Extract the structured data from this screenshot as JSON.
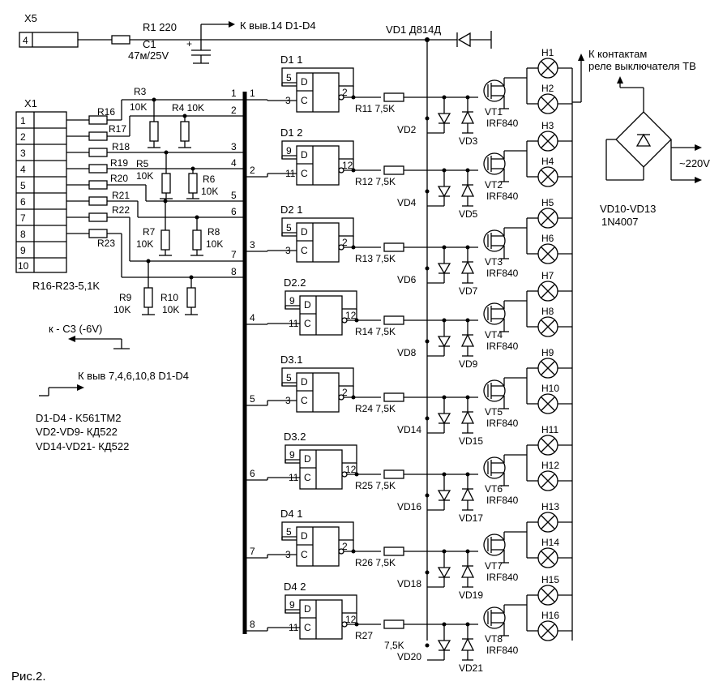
{
  "connectors": {
    "x5": {
      "name": "X5",
      "pin": "4"
    },
    "x1": {
      "name": "X1",
      "pins": [
        "1",
        "2",
        "3",
        "4",
        "5",
        "6",
        "7",
        "8",
        "9",
        "10"
      ]
    }
  },
  "supply": {
    "r1": "R1 220",
    "c1": "C1",
    "c1_value": "47м/25V",
    "plus": "+",
    "to_pin14": "К выв.14 D1-D4",
    "vd1": "VD1 Д814Д"
  },
  "input_resistors": {
    "r16": "R16",
    "r17": "R17",
    "r18": "R18",
    "r19": "R19",
    "r20": "R20",
    "r21": "R21",
    "r22": "R22",
    "r23": "R23",
    "r3": "R3",
    "r3_val": "10K",
    "r4": "R4 10K",
    "r5": "R5",
    "r5_val": "10K",
    "r6": "R6",
    "r6_val": "10K",
    "r7": "R7",
    "r7_val": "10K",
    "r8": "R8",
    "r8_val": "10K",
    "r9": "R9",
    "r9_val": "10K",
    "r10": "R10",
    "r10_val": "10K",
    "note": "R16-R23-5,1K"
  },
  "bus": {
    "left_numbers": [
      "1",
      "2",
      "3",
      "4",
      "5",
      "6",
      "7",
      "8"
    ],
    "branch_numbers": [
      "1",
      "2",
      "3",
      "4",
      "5",
      "6",
      "7",
      "8"
    ]
  },
  "triggers": [
    {
      "name": "D1 1",
      "out": "2",
      "d": "D",
      "c": "C",
      "s": "5",
      "cin": "3",
      "r": "R11 7,5K",
      "vd_a": "VD2",
      "vd_b": "VD3",
      "vt": "VT1",
      "mos": "IRF840",
      "h_a": "H1",
      "h_b": "H2"
    },
    {
      "name": "D1 2",
      "out": "12",
      "d": "D",
      "c": "C",
      "s": "9",
      "cin": "11",
      "r": "R12 7,5K",
      "vd_a": "VD4",
      "vd_b": "VD5",
      "vt": "VT2",
      "mos": "IRF840",
      "h_a": "H3",
      "h_b": "H4"
    },
    {
      "name": "D2 1",
      "out": "2",
      "d": "D",
      "c": "C",
      "s": "5",
      "cin": "3",
      "r": "R13 7,5K",
      "vd_a": "VD6",
      "vd_b": "VD7",
      "vt": "VT3",
      "mos": "IRF840",
      "h_a": "H5",
      "h_b": "H6"
    },
    {
      "name": "D2.2",
      "out": "12",
      "d": "D",
      "c": "C",
      "s": "9",
      "cin": "11",
      "r": "R14 7,5K",
      "vd_a": "VD8",
      "vd_b": "VD9",
      "vt": "VT4",
      "mos": "IRF840",
      "h_a": "H7",
      "h_b": "H8"
    },
    {
      "name": "D3.1",
      "out": "2",
      "d": "D",
      "c": "C",
      "s": "5",
      "cin": "3",
      "r": "R24 7,5K",
      "vd_a": "VD14",
      "vd_b": "VD15",
      "vt": "VT5",
      "mos": "IRF840",
      "h_a": "H9",
      "h_b": "H10"
    },
    {
      "name": "D3.2",
      "out": "12",
      "d": "D",
      "c": "C",
      "s": "9",
      "cin": "11",
      "r": "R25 7,5K",
      "vd_a": "VD16",
      "vd_b": "VD17",
      "vt": "VT6",
      "mos": "IRF840",
      "h_a": "H11",
      "h_b": "H12"
    },
    {
      "name": "D4 1",
      "out": "2",
      "d": "D",
      "c": "C",
      "s": "5",
      "cin": "3",
      "r": "R26 7,5K",
      "vd_a": "VD18",
      "vd_b": "VD19",
      "vt": "VT7",
      "mos": "IRF840",
      "h_a": "H13",
      "h_b": "H14"
    },
    {
      "name": "D4 2",
      "out": "12",
      "d": "D",
      "c": "C",
      "s": "9",
      "cin": "11",
      "r": "R27",
      "r_val": "7,5K",
      "vd_a": "VD20",
      "vd_b": "VD21",
      "vt": "VT8",
      "mos": "IRF840",
      "h_a": "H15",
      "h_b": "H16"
    }
  ],
  "relay": {
    "line1": "К контактам",
    "line2": "реле выключателя ТВ",
    "bridge": "VD10-VD13",
    "bridge_type": "1N4007",
    "mains": "~220V"
  },
  "notes": {
    "c3": "к - C3 (-6V)",
    "pins": "К выв  7,4,6,10,8 D1-D4",
    "chips": "D1-D4 - K561TM2",
    "diodes1": "VD2-VD9- КД522",
    "diodes2": "VD14-VD21- КД522",
    "caption": "Рис.2."
  }
}
